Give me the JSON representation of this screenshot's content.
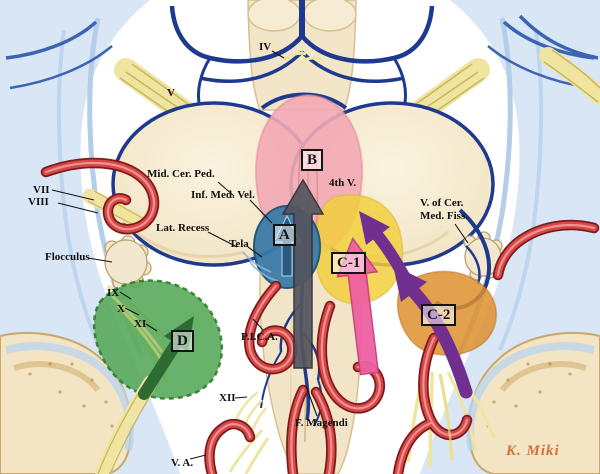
{
  "figure": {
    "signature": "K. Miki",
    "labels": {
      "cn_iv": "IV",
      "cn_v": "V",
      "mid_cer_ped": "Mid. Cer. Ped.",
      "inf_med_vel": "Inf. Med. Vel.",
      "fourth_ventricle": "4th V.",
      "cn_vii": "VII",
      "cn_viii": "VIII",
      "lat_recess": "Lat. Recess",
      "tela": "Tela",
      "flocculus": "Flocculus",
      "v_of_cer_1": "V. of Cer.",
      "v_of_cer_2": "Med. Fiss.",
      "cn_ix": "IX",
      "cn_x": "X",
      "cn_xi": "XI",
      "pica": "P.I.C.A.",
      "cn_xii": "XII",
      "f_magendi": "F. Magendi",
      "vertebral_artery": "V. A."
    },
    "routes": {
      "a": "A",
      "b": "B",
      "c1": "C-1",
      "c2": "C-2",
      "d": "D"
    }
  },
  "colors": {
    "region_a": "#3a7aa8",
    "region_b": "#f3a9b4",
    "region_c1": "#f2cf3e",
    "region_c2": "#de8f2e",
    "region_d": "#54a757",
    "arrow_dark": "#54565e",
    "arrow_pink": "#ee5fa2",
    "arrow_purple": "#71308f",
    "arrow_green": "#2d6b32",
    "vein_blue": "#1e3a8e",
    "artery_red": "#d84848",
    "nerve_yellow": "#efe5a0",
    "signature_orange": "#d4703c"
  }
}
